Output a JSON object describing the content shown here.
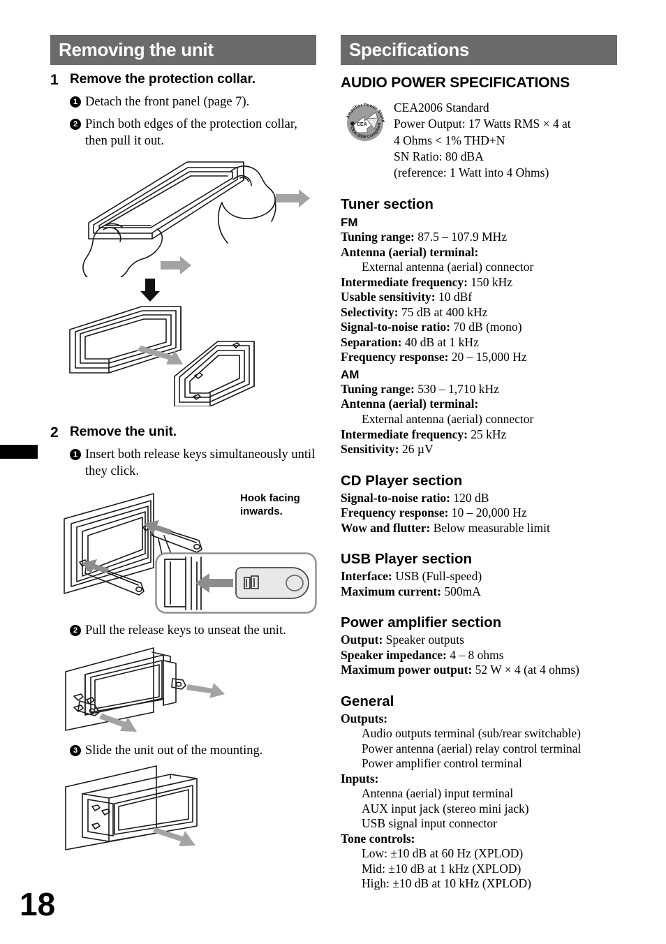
{
  "page": {
    "number": "18",
    "edge_tab": "black-thumb-index-tab"
  },
  "left_column": {
    "header": "Removing the unit",
    "steps": [
      {
        "number": "1",
        "title": "Remove the protection collar.",
        "substeps": [
          {
            "marker": "1",
            "text": "Detach the front panel (page 7)."
          },
          {
            "marker": "2",
            "text": "Pinch both edges of the protection collar, then pull it out."
          }
        ],
        "figures": [
          "hands-pinching-protection-collar",
          "down-arrow",
          "protection-collar-pulled-out"
        ]
      },
      {
        "number": "2",
        "title": "Remove the unit.",
        "substeps": [
          {
            "marker": "1",
            "text": "Insert both release keys simultaneously until they click."
          },
          {
            "marker": "2",
            "text": "Pull the release keys to unseat the unit."
          },
          {
            "marker": "3",
            "text": "Slide the unit out of the mounting."
          }
        ],
        "callout": "Hook facing\ninwards.",
        "figures": [
          "release-keys-inserted-into-mounting",
          "release-key-detail-callout",
          "pull-release-keys-outward",
          "slide-unit-out-of-mounting"
        ]
      }
    ]
  },
  "right_column": {
    "header": "Specifications",
    "audio_power": {
      "heading": "AUDIO POWER SPECIFICATIONS",
      "logo": {
        "name": "cea-2006-compliant-logo",
        "top_text": "Amplifier Power Standard",
        "bottom_text": "CEA-2006 Compliant",
        "center_text": "CEA"
      },
      "lines": [
        "CEA2006 Standard",
        "Power Output: 17 Watts RMS × 4 at",
        "4 Ohms < 1% THD+N",
        "SN Ratio: 80 dBA",
        "(reference: 1 Watt into 4 Ohms)"
      ]
    },
    "sections": [
      {
        "title": "Tuner section",
        "subsections": [
          {
            "title": "FM",
            "entries": [
              {
                "label": "Tuning range:",
                "value": " 87.5 – 107.9 MHz"
              },
              {
                "label": "Antenna (aerial) terminal:",
                "value": ""
              },
              {
                "label": "",
                "value": "External antenna (aerial) connector",
                "indent": true
              },
              {
                "label": "Intermediate frequency:",
                "value": " 150 kHz"
              },
              {
                "label": "Usable sensitivity:",
                "value": " 10 dBf"
              },
              {
                "label": "Selectivity:",
                "value": " 75 dB at 400 kHz"
              },
              {
                "label": "Signal-to-noise ratio:",
                "value": " 70 dB (mono)"
              },
              {
                "label": "Separation:",
                "value": " 40 dB at 1 kHz"
              },
              {
                "label": "Frequency response:",
                "value": " 20 – 15,000 Hz"
              }
            ]
          },
          {
            "title": "AM",
            "entries": [
              {
                "label": "Tuning range:",
                "value": " 530 – 1,710 kHz"
              },
              {
                "label": "Antenna (aerial) terminal:",
                "value": ""
              },
              {
                "label": "",
                "value": "External antenna (aerial) connector",
                "indent": true
              },
              {
                "label": "Intermediate frequency:",
                "value": " 25 kHz"
              },
              {
                "label": "Sensitivity:",
                "value": " 26 µV"
              }
            ]
          }
        ]
      },
      {
        "title": "CD Player section",
        "subsections": [
          {
            "title": "",
            "entries": [
              {
                "label": "Signal-to-noise ratio:",
                "value": " 120 dB"
              },
              {
                "label": "Frequency response:",
                "value": " 10 – 20,000 Hz"
              },
              {
                "label": "Wow and flutter:",
                "value": " Below measurable limit"
              }
            ]
          }
        ]
      },
      {
        "title": "USB Player section",
        "subsections": [
          {
            "title": "",
            "entries": [
              {
                "label": "Interface:",
                "value": " USB (Full-speed)"
              },
              {
                "label": "Maximum current:",
                "value": " 500mA"
              }
            ]
          }
        ]
      },
      {
        "title": "Power amplifier section",
        "subsections": [
          {
            "title": "",
            "entries": [
              {
                "label": "Output:",
                "value": " Speaker outputs"
              },
              {
                "label": "Speaker impedance:",
                "value": " 4 – 8 ohms"
              },
              {
                "label": "Maximum power output:",
                "value": " 52 W × 4 (at 4 ohms)"
              }
            ]
          }
        ]
      },
      {
        "title": "General",
        "subsections": [
          {
            "title": "",
            "entries": [
              {
                "label": "Outputs:",
                "value": ""
              },
              {
                "label": "",
                "value": "Audio outputs terminal (sub/rear switchable)",
                "indent": true
              },
              {
                "label": "",
                "value": "Power antenna (aerial) relay control terminal",
                "indent": true
              },
              {
                "label": "",
                "value": "Power amplifier control terminal",
                "indent": true
              },
              {
                "label": "Inputs:",
                "value": ""
              },
              {
                "label": "",
                "value": "Antenna (aerial) input terminal",
                "indent": true
              },
              {
                "label": "",
                "value": "AUX input jack (stereo mini jack)",
                "indent": true
              },
              {
                "label": "",
                "value": "USB signal input connector",
                "indent": true
              },
              {
                "label": "Tone controls:",
                "value": ""
              },
              {
                "label": "",
                "value": "Low: ±10 dB at 60 Hz (XPLOD)",
                "indent": true
              },
              {
                "label": "",
                "value": "Mid: ±10 dB at 1 kHz (XPLOD)",
                "indent": true
              },
              {
                "label": "",
                "value": "High: ±10 dB at 10 kHz (XPLOD)",
                "indent": true
              }
            ]
          }
        ]
      }
    ]
  },
  "colors": {
    "header_bar": "#6b6b6b",
    "header_text": "#ffffff",
    "body_text": "#000000",
    "arrow_gray": "#a0a0a0",
    "logo_gray": "#9a9a9a"
  }
}
